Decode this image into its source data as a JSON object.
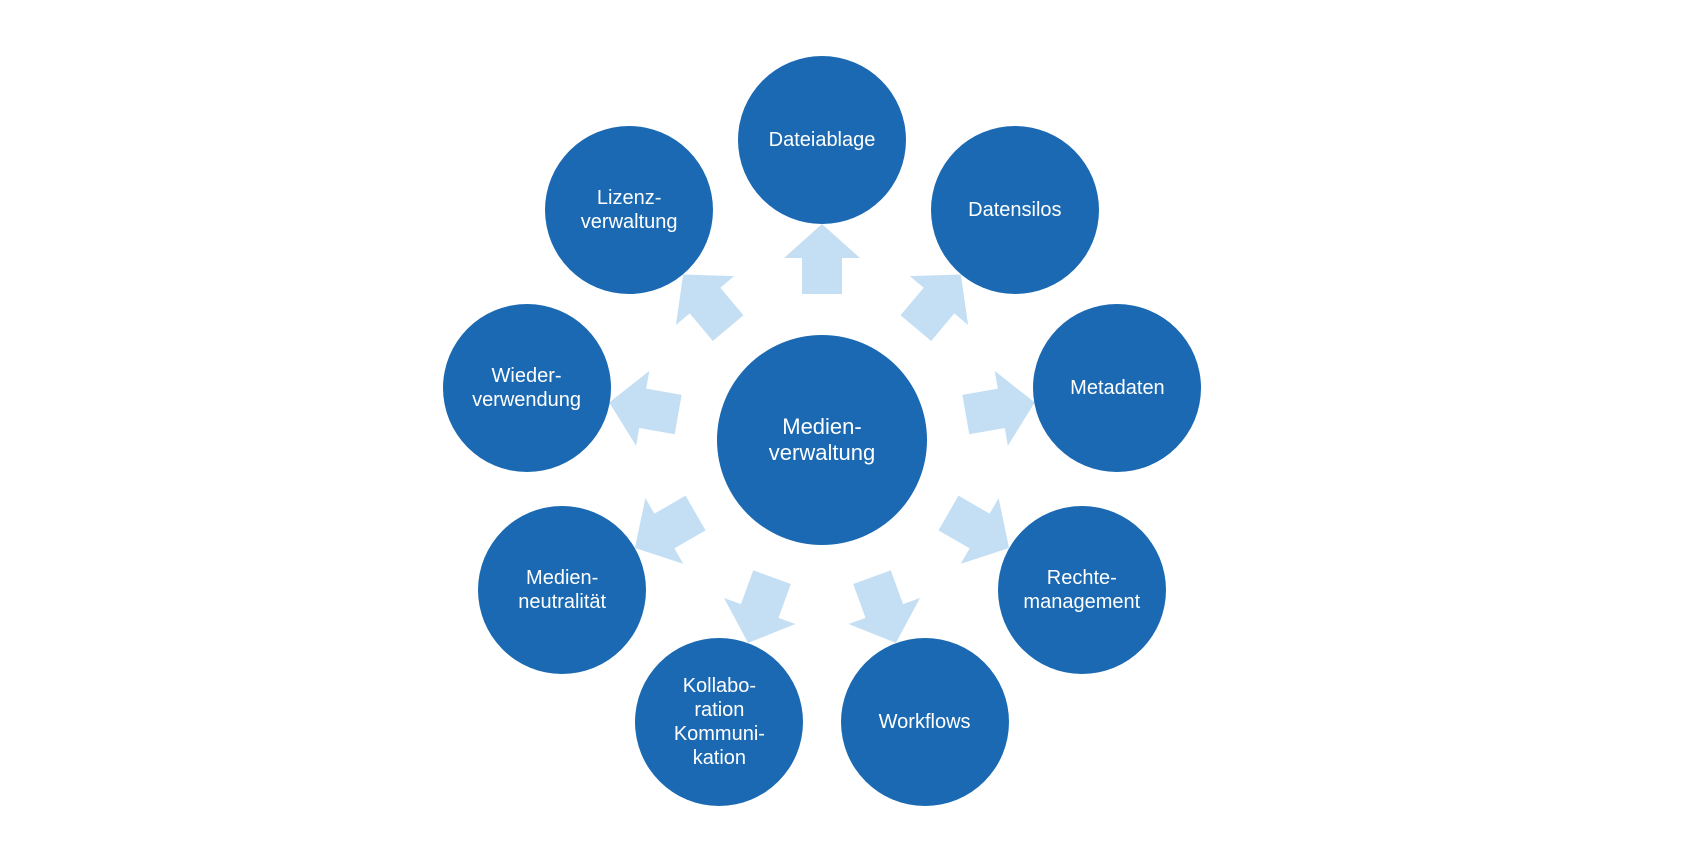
{
  "colors": {
    "node": "#1a69b2",
    "arrow": "#c4dff4",
    "text": "#ffffff"
  },
  "center": {
    "label": "Medien-\nverwaltung"
  },
  "nodes": [
    {
      "id": "dateiablage",
      "label": "Dateiablage"
    },
    {
      "id": "datensilos",
      "label": "Datensilos"
    },
    {
      "id": "metadaten",
      "label": "Metadaten"
    },
    {
      "id": "rechtemanagement",
      "label": "Rechte-\nmanagement"
    },
    {
      "id": "workflows",
      "label": "Workflows"
    },
    {
      "id": "kollaboration-kommunikation",
      "label": "Kollabo-\nration\nKommuni-\nkation"
    },
    {
      "id": "medienneutralitaet",
      "label": "Medien-\nneutralität"
    },
    {
      "id": "wiederverwendung",
      "label": "Wieder-\nverwendung"
    },
    {
      "id": "lizenzverwaltung",
      "label": "Lizenz-\nverwaltung"
    }
  ]
}
